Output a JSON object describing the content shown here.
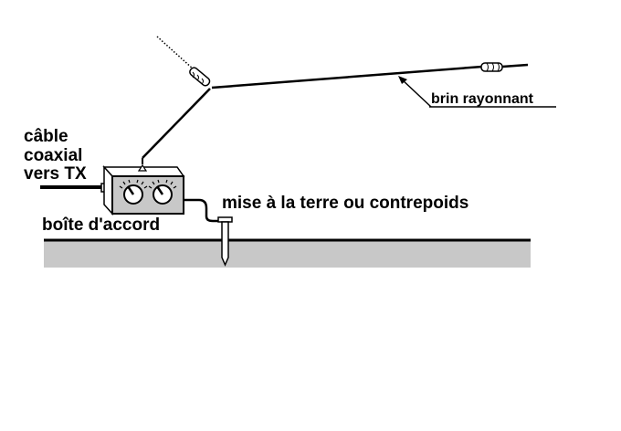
{
  "labels": {
    "coax_line1": "câble",
    "coax_line2": "coaxial",
    "coax_line3": "vers TX",
    "radiator": "brin rayonnant",
    "ground": "mise à la terre ou contrepoids",
    "tuner": "boîte d'accord"
  },
  "colors": {
    "ground_fill": "#c8c8c8",
    "line": "#000000",
    "box_fill": "#c8c8c8",
    "background": "#ffffff"
  }
}
